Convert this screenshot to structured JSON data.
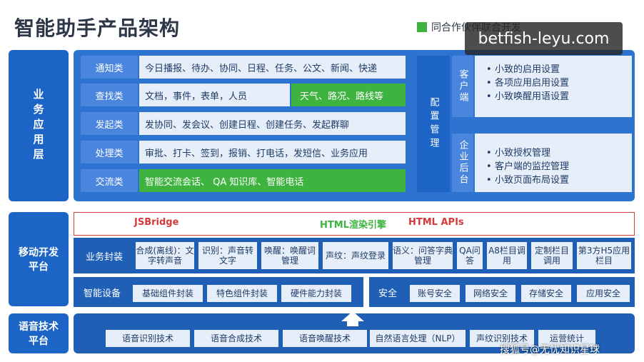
{
  "title": "智能助手产品架构",
  "legend": {
    "label": "同合作伙伴联合开发",
    "color": "#3fb33f"
  },
  "watermark": "betfish-leyu.com",
  "watermark_bottom": "搜狐号@无忧知识星球",
  "business_layer": {
    "label": "业务应用层",
    "rows": [
      {
        "label": "通知类",
        "content": "今日播报、待办、协同、日程、任务、公文、新闻、快递",
        "partner": null
      },
      {
        "label": "查找类",
        "content": "文档，事件，表单，人员",
        "partner": "天气、路况、路线等"
      },
      {
        "label": "发起类",
        "content": "发协同、发会议、创建日程、创建任务、发起群聊",
        "partner": null
      },
      {
        "label": "处理类",
        "content": "审批、打卡、签到，报销、打电话，发短信、业务应用",
        "partner": null
      },
      {
        "label": "交流类",
        "content": "智能交流会话、 QA 知识库、智能电话",
        "partner_full": true
      }
    ],
    "config": {
      "label": "配置管理",
      "client": {
        "label": "客户端",
        "items": [
          "小致的启用设置",
          "各项应用启用设置",
          "小致唤醒用语设置"
        ]
      },
      "enterprise": {
        "label": "企业后台",
        "items": [
          "小致授权管理",
          "客户端的监控管理",
          "小致页面布局设置"
        ]
      }
    }
  },
  "mobile_layer": {
    "label": "移动开发平台",
    "engine": {
      "left": "JSBridge",
      "center": "HTML渲染引擎",
      "right": "HTML APIs"
    },
    "business": {
      "label": "业务封装",
      "cells": [
        "合成(离线)：文字转声音",
        "识别：声音转文字",
        "唤醒：唤醒词管理",
        "声纹：声纹登录",
        "语义：问答字典管理",
        "QA问答",
        "A8栏目调用",
        "定制栏目调用",
        "第3方H5应用栏目"
      ]
    },
    "device": {
      "label": "智能设备",
      "cells": [
        "基础组件封装",
        "特色组件封装",
        "硬件能力封装"
      ]
    },
    "security": {
      "label": "安全",
      "cells": [
        "账号安全",
        "网络安全",
        "存储安全",
        "应用安全"
      ]
    }
  },
  "voice_layer": {
    "label": "语音技术平台",
    "cells": [
      "语音识别技术",
      "语音合成技术",
      "语音唤醒技术",
      "自然语言处理（NLP）",
      "声纹识别技术",
      "运营统计"
    ]
  }
}
